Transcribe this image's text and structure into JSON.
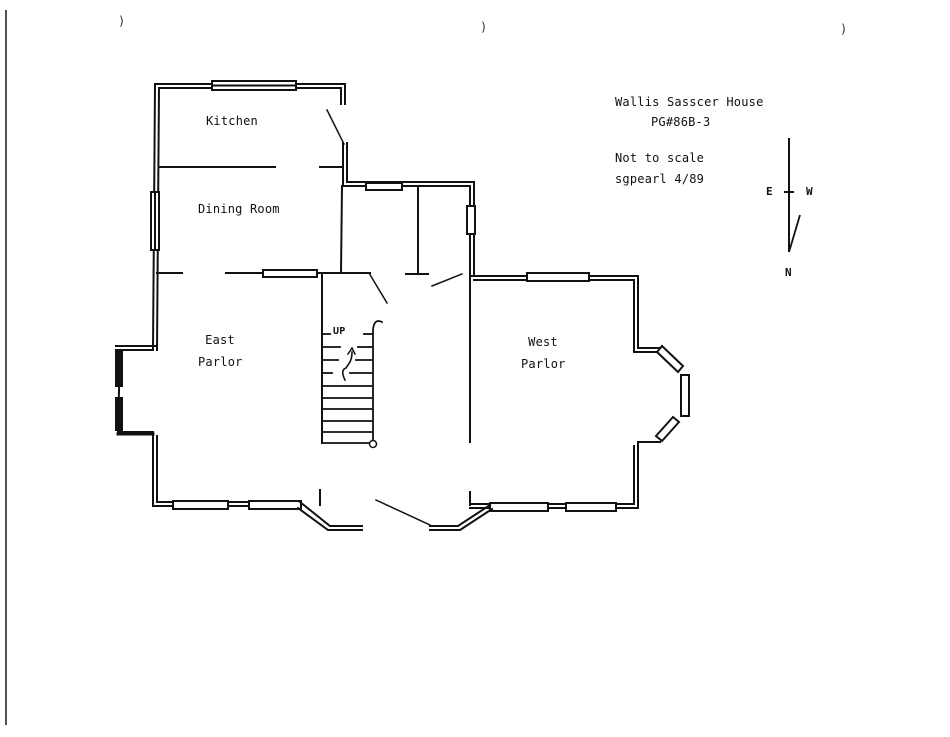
{
  "title_block": {
    "house_name": "Wallis Sasscer House",
    "site_id": "PG#86B-3",
    "scale_note": "Not to scale",
    "author_date": "sgpearl 4/89"
  },
  "compass": {
    "east": "E",
    "west": "W",
    "north": "N"
  },
  "rooms": [
    {
      "id": "kitchen",
      "lines": [
        "Kitchen"
      ]
    },
    {
      "id": "dining-room",
      "lines": [
        "Dining Room"
      ]
    },
    {
      "id": "east-parlor",
      "lines": [
        "East",
        "Parlor"
      ]
    },
    {
      "id": "west-parlor",
      "lines": [
        "West",
        "Parlor"
      ]
    }
  ],
  "stair": {
    "label": "UP"
  },
  "scan_marks": [
    ")",
    ")",
    ")"
  ],
  "colors": {
    "line": "#111111",
    "background": "#ffffff"
  }
}
